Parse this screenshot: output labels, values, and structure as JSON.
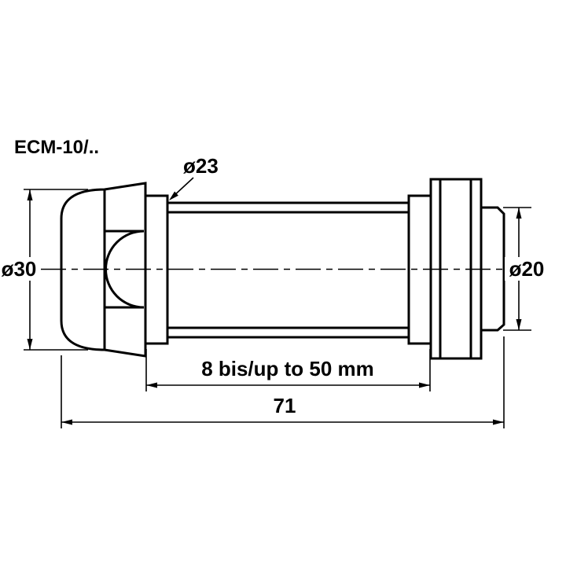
{
  "page": {
    "colors": {
      "background": "#ffffff",
      "line": "#000000"
    }
  },
  "diagram": {
    "title": "ECM-10/..",
    "labels": {
      "tube_diameter": "ø23",
      "head_diameter": "ø30",
      "thread_diameter": "ø20",
      "clamp_range": "8 bis/up to 50 mm",
      "overall_length": "71"
    }
  }
}
